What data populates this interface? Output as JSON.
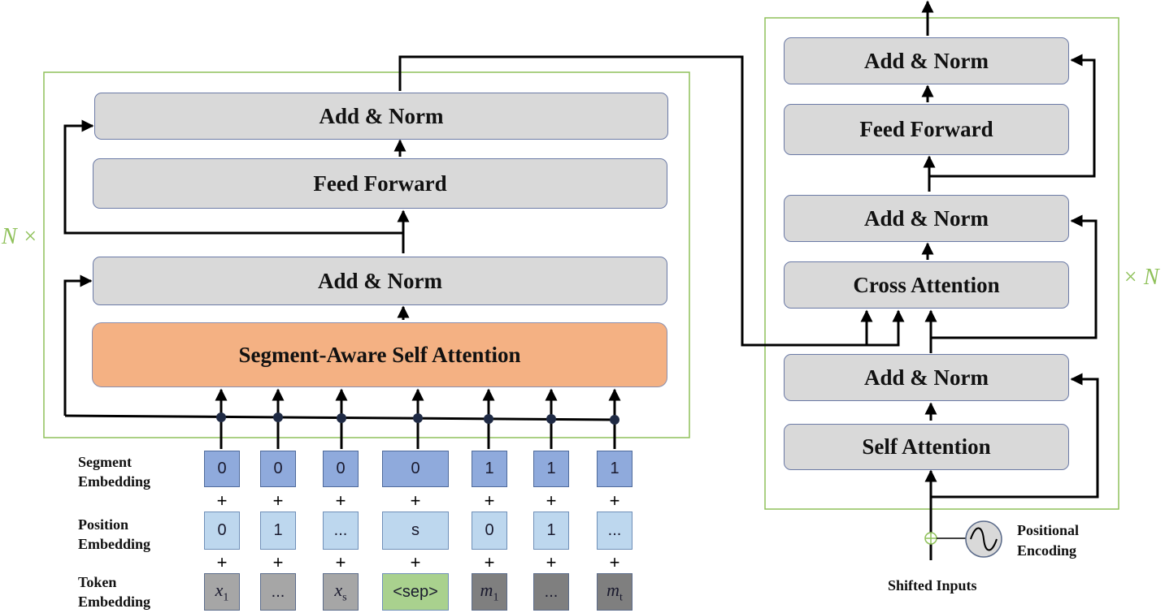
{
  "encoder": {
    "add_norm_top": "Add & Norm",
    "feed_forward": "Feed Forward",
    "add_norm_bottom": "Add & Norm",
    "segment_attention": "Segment-Aware Self Attention",
    "repeat_label": "N ×"
  },
  "decoder": {
    "add_norm_top": "Add & Norm",
    "feed_forward": "Feed Forward",
    "add_norm_middle": "Add & Norm",
    "cross_attention": "Cross Attention",
    "add_norm_bottom": "Add & Norm",
    "self_attention": "Self Attention",
    "repeat_label": "× N",
    "positional_encoding_label_1": "Positional",
    "positional_encoding_label_2": "Encoding",
    "shifted_inputs": "Shifted Inputs"
  },
  "embeddings": {
    "segment_label_1": "Segment",
    "segment_label_2": "Embedding",
    "position_label_1": "Position",
    "position_label_2": "Embedding",
    "token_label_1": "Token",
    "token_label_2": "Embedding",
    "plus": "+",
    "segment_values": [
      "0",
      "0",
      "0",
      "0",
      "1",
      "1",
      "1"
    ],
    "position_values": [
      "0",
      "1",
      "...",
      "s",
      "0",
      "1",
      "..."
    ],
    "token_values": [
      {
        "base": "x",
        "sub": "1"
      },
      {
        "text": "..."
      },
      {
        "base": "x",
        "sub": "s"
      },
      {
        "text": "<sep>"
      },
      {
        "base": "m",
        "sub": "1"
      },
      {
        "text": "..."
      },
      {
        "base": "m",
        "sub": "t"
      }
    ]
  },
  "colors": {
    "block_gray": "#d9d9d9",
    "segment_attention": "#f4b183",
    "segment_embedding": "#8faadc",
    "position_embedding": "#bdd7ee",
    "token_embedding": "#a6a6a6",
    "sep_token": "#a9d18e",
    "frame_green": "#8fc15a"
  }
}
